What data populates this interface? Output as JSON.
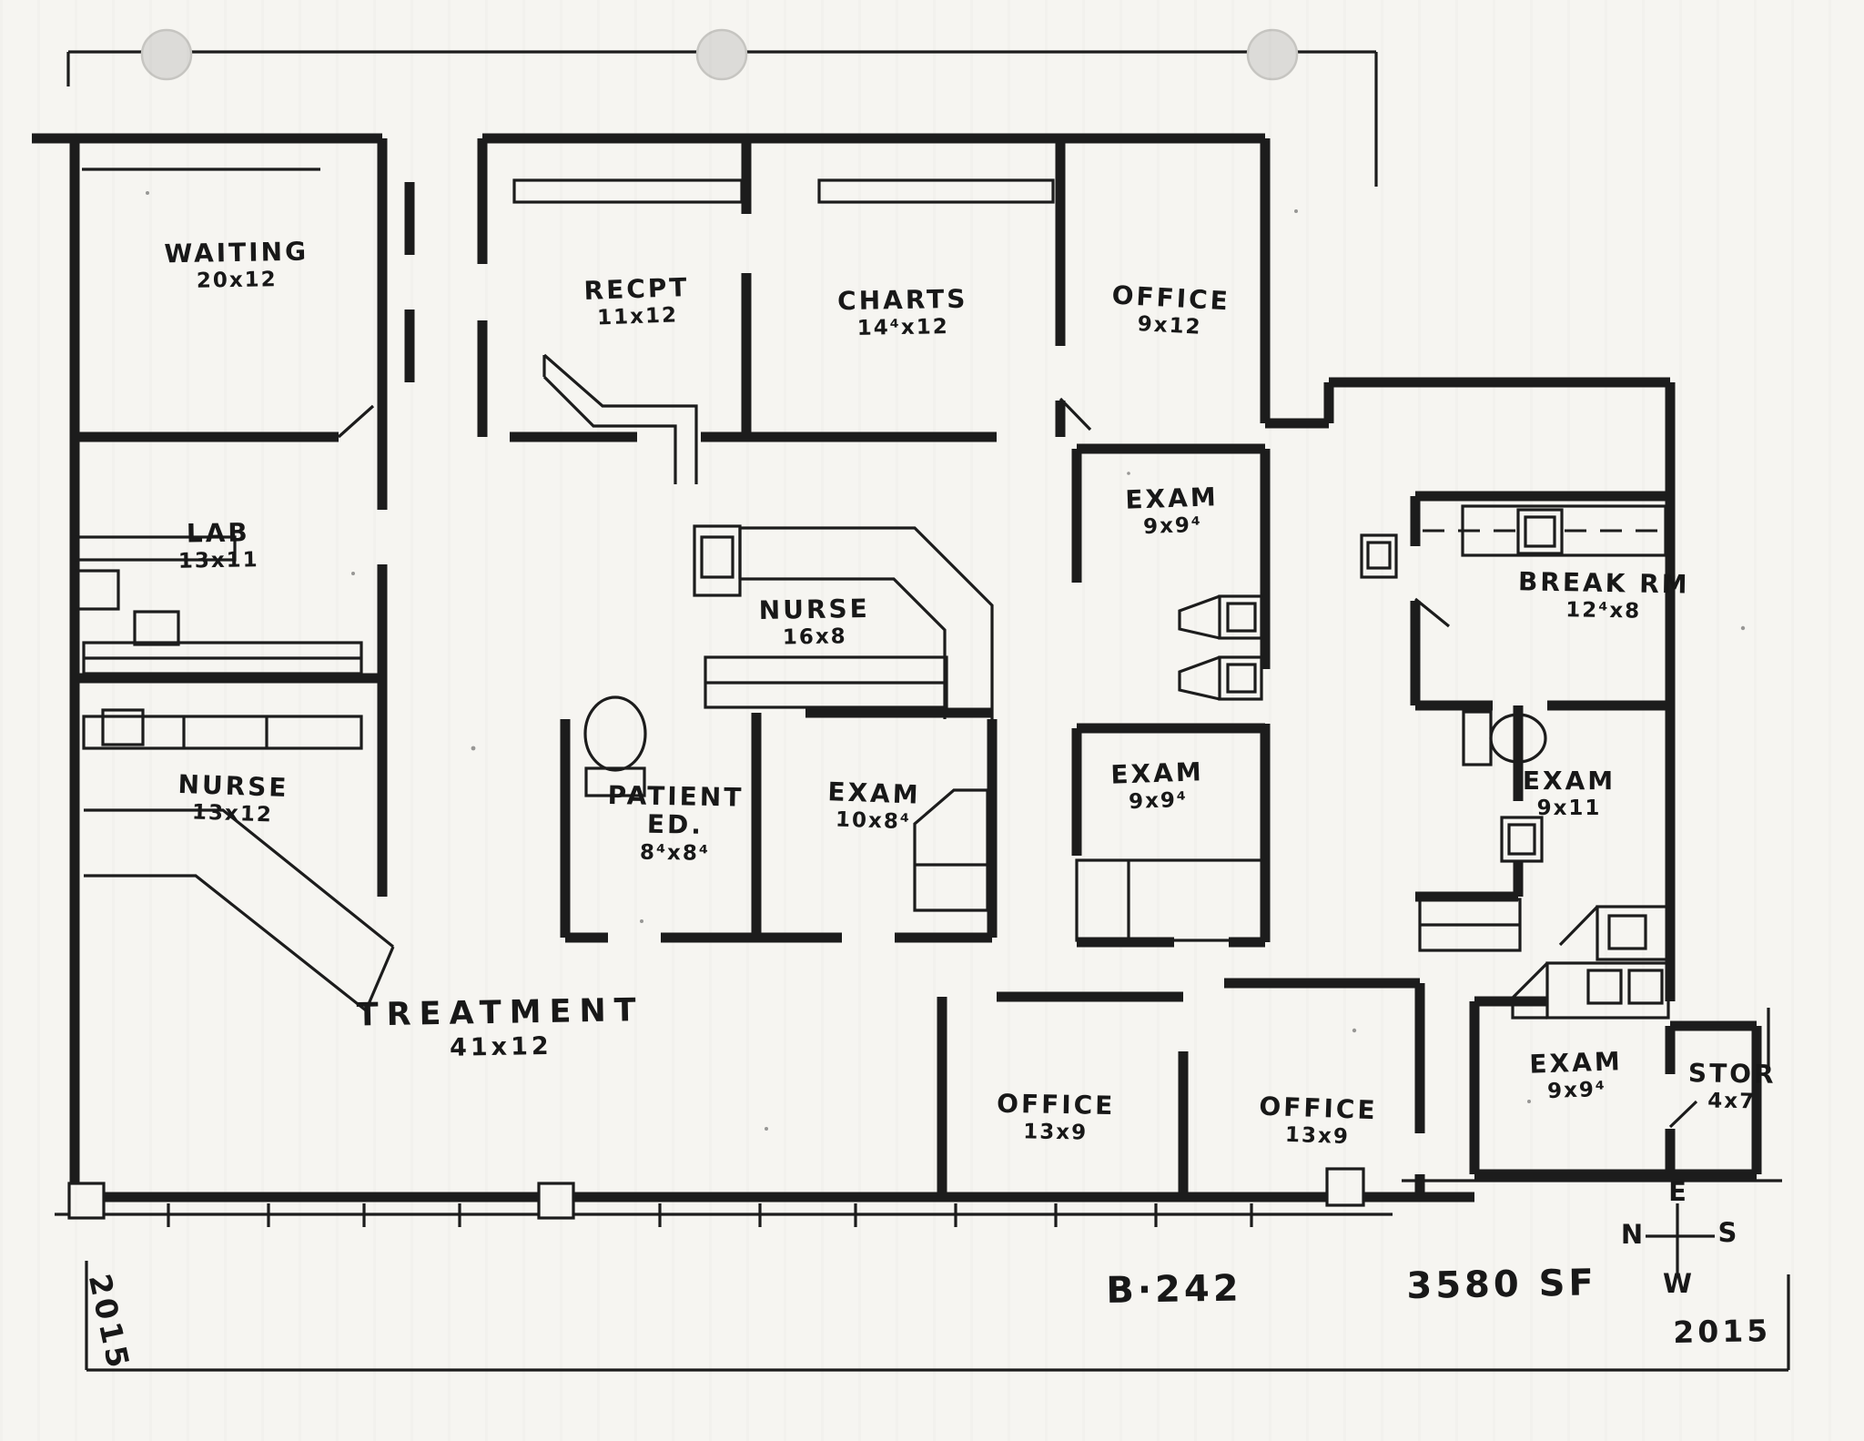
{
  "rooms": [
    {
      "id": "waiting",
      "name": "WAITING",
      "dims": "20x12"
    },
    {
      "id": "recpt",
      "name": "RECPT",
      "dims": "11x12"
    },
    {
      "id": "charts",
      "name": "CHARTS",
      "dims": "14⁴x12"
    },
    {
      "id": "office-top",
      "name": "OFFICE",
      "dims": "9x12"
    },
    {
      "id": "exam-ne",
      "name": "EXAM",
      "dims": "9x9⁴"
    },
    {
      "id": "break-rm",
      "name": "BREAK RM",
      "dims": "12⁴x8"
    },
    {
      "id": "lab",
      "name": "LAB",
      "dims": "13x11"
    },
    {
      "id": "nurse-station",
      "name": "NURSE",
      "dims": "16x8"
    },
    {
      "id": "nurse-west",
      "name": "NURSE",
      "dims": "13x12"
    },
    {
      "id": "patient-ed",
      "name": "PATIENT ED.",
      "dims": "8⁴x8⁴"
    },
    {
      "id": "exam-mid",
      "name": "EXAM",
      "dims": "10x8⁴"
    },
    {
      "id": "exam-center",
      "name": "EXAM",
      "dims": "9x9⁴"
    },
    {
      "id": "exam-east",
      "name": "EXAM",
      "dims": "9x11"
    },
    {
      "id": "treatment",
      "name": "TREATMENT",
      "dims": "41x12"
    },
    {
      "id": "office-1",
      "name": "OFFICE",
      "dims": "13x9"
    },
    {
      "id": "office-2",
      "name": "OFFICE",
      "dims": "13x9"
    },
    {
      "id": "exam-se",
      "name": "EXAM",
      "dims": "9x9⁴"
    },
    {
      "id": "stor",
      "name": "STOR",
      "dims": "4x7"
    }
  ],
  "annotations": {
    "sheet_code": "B·242",
    "area": "3580 SF",
    "year_right": "2015",
    "year_left": "2015"
  },
  "compass": {
    "top": "E",
    "right": "S",
    "bottom": "W",
    "left": "N"
  },
  "colors": {
    "ink": "#1c1c1c",
    "paper": "#f6f5f1",
    "hole_punch": "#dcdbd8"
  }
}
